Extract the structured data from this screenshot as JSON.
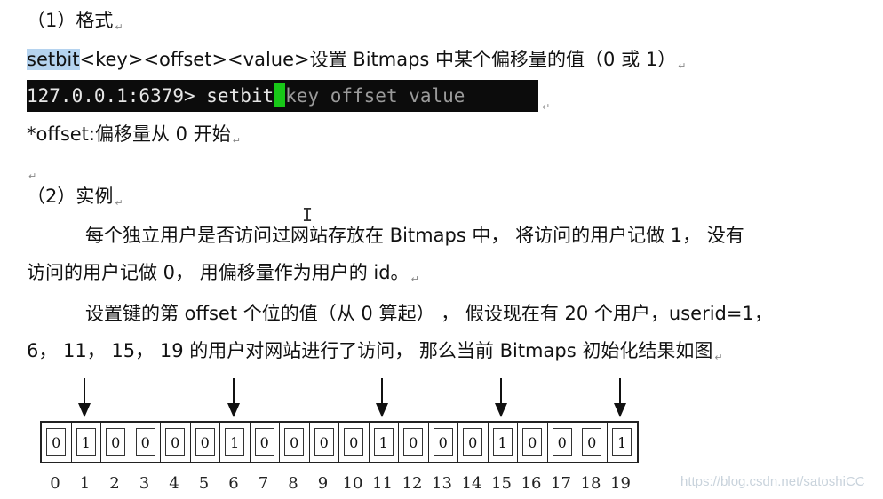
{
  "section1": {
    "title": "（1）格式"
  },
  "syntax": {
    "command": "setbit",
    "args": "<key><offset><value>设置 Bitmaps 中某个偏移量的值（0 或 1）"
  },
  "terminal": {
    "prompt": "127.0.0.1:6379> setbit",
    "placeholder": "key offset value"
  },
  "note": "*offset:偏移量从 0 开始",
  "section2": {
    "title": "（2）实例"
  },
  "example": {
    "p1_line1": "每个独立用户是否访问过网站存放在 Bitmaps 中， 将访问的用户记做 1， 没有",
    "p1_line2": "访问的用户记做 0， 用偏移量作为用户的 id。",
    "p2_line1": "设置键的第 offset 个位的值（从 0 算起） ， 假设现在有 20 个用户，userid=1，",
    "p2_line2": "6， 11， 15， 19 的用户对网站进行了访问， 那么当前 Bitmaps 初始化结果如图"
  },
  "bitmap": {
    "bits": [
      "0",
      "1",
      "0",
      "0",
      "0",
      "0",
      "1",
      "0",
      "0",
      "0",
      "0",
      "1",
      "0",
      "0",
      "0",
      "1",
      "0",
      "0",
      "0",
      "1"
    ],
    "indices": [
      "0",
      "1",
      "2",
      "3",
      "4",
      "5",
      "6",
      "7",
      "8",
      "9",
      "10",
      "11",
      "12",
      "13",
      "14",
      "15",
      "16",
      "17",
      "18",
      "19"
    ],
    "arrow_positions": [
      1,
      6,
      11,
      15,
      19
    ]
  },
  "watermark": "https://blog.csdn.net/satoshiCC"
}
